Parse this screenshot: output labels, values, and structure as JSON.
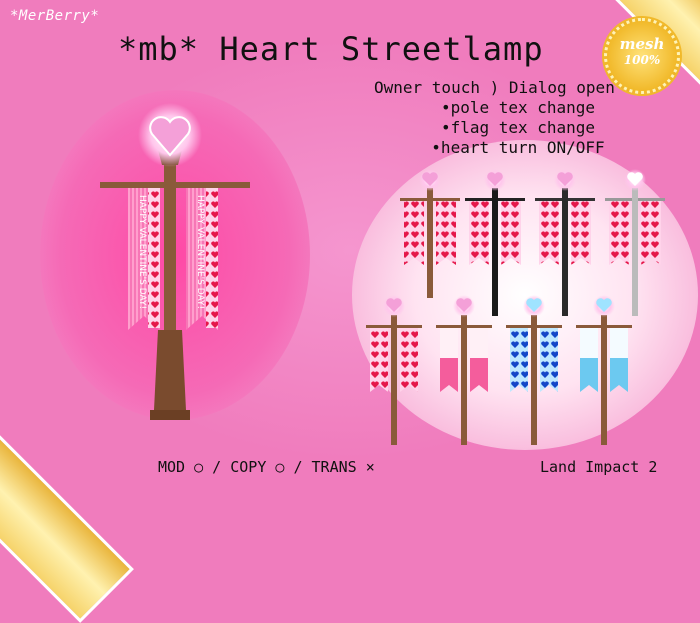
{
  "brand": "*MerBerry*",
  "title": "*mb* Heart Streetlamp",
  "badge": {
    "line1": "mesh",
    "line2": "100%"
  },
  "features": {
    "owner": "Owner touch ) Dialog open",
    "items": [
      "•pole tex change",
      "•flag tex change",
      "•heart turn ON/OFF"
    ]
  },
  "banner_text": "HAPPY VALENTINE'S DAY!",
  "footer": {
    "permissions": "MOD ○  /  COPY ○  /  TRANS ×",
    "land_impact": "Land Impact 2"
  },
  "colors": {
    "background": "#f07cbd",
    "pole_brown": "#8a5a3a",
    "heart_pink": "#f4a0d8"
  },
  "icons": [
    "heart-lamp-icon",
    "mesh-badge-icon"
  ]
}
